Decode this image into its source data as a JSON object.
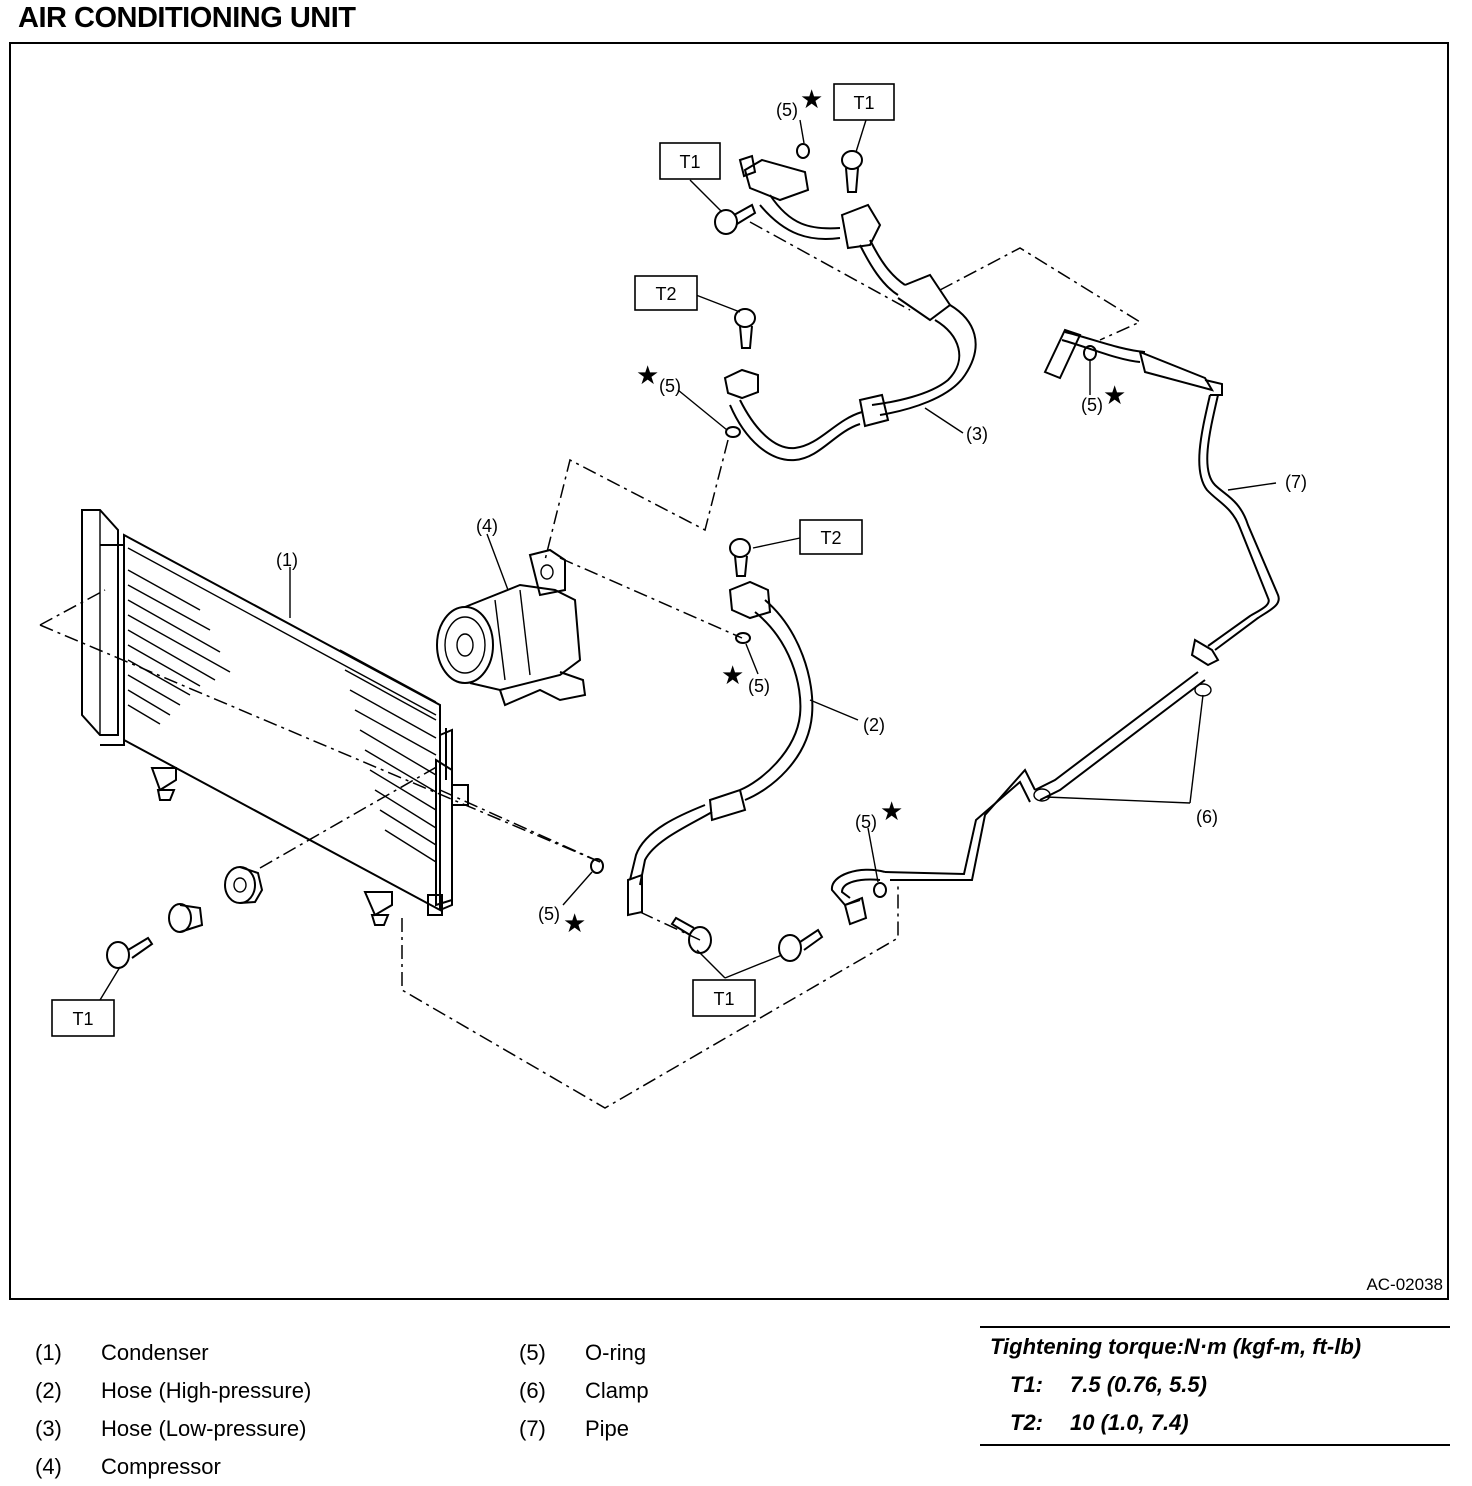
{
  "title": "AIR CONDITIONING UNIT",
  "figure_code": "AC-02038",
  "callouts": {
    "c1": "(1)",
    "c2": "(2)",
    "c3": "(3)",
    "c4": "(4)",
    "c5": "(5)",
    "c6": "(6)",
    "c7": "(7)",
    "t1": "T1",
    "t2": "T2",
    "star": "★"
  },
  "legend": [
    {
      "num": "(1)",
      "label": "Condenser"
    },
    {
      "num": "(2)",
      "label": "Hose (High-pressure)"
    },
    {
      "num": "(3)",
      "label": "Hose (Low-pressure)"
    },
    {
      "num": "(4)",
      "label": "Compressor"
    },
    {
      "num": "(5)",
      "label": "O-ring"
    },
    {
      "num": "(6)",
      "label": "Clamp"
    },
    {
      "num": "(7)",
      "label": "Pipe"
    }
  ],
  "torque": {
    "heading": "Tightening torque:N·m (kgf-m, ft-lb)",
    "rows": [
      {
        "key": "T1:",
        "value": "7.5 (0.76, 5.5)"
      },
      {
        "key": "T2:",
        "value": "10 (1.0, 7.4)"
      }
    ]
  }
}
